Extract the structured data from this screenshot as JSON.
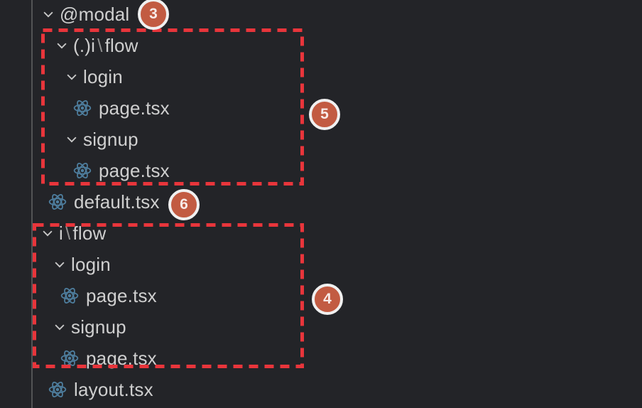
{
  "view": {
    "title": "VS Code explorer tree — Next.js app routes with parallel and intercepting routes"
  },
  "tree": {
    "rows": [
      {
        "label": "@modal",
        "kind": "folder",
        "expanded": true
      },
      {
        "parts": [
          "(.)i",
          "flow"
        ],
        "sep": "\\",
        "kind": "folder",
        "expanded": true
      },
      {
        "label": "login",
        "kind": "folder",
        "expanded": true
      },
      {
        "label": "page.tsx",
        "kind": "react-file"
      },
      {
        "label": "signup",
        "kind": "folder",
        "expanded": true
      },
      {
        "label": "page.tsx",
        "kind": "react-file"
      },
      {
        "label": "default.tsx",
        "kind": "react-file"
      },
      {
        "parts": [
          "i",
          "flow"
        ],
        "sep": "\\",
        "kind": "folder",
        "expanded": true
      },
      {
        "label": "login",
        "kind": "folder",
        "expanded": true
      },
      {
        "label": "page.tsx",
        "kind": "react-file"
      },
      {
        "label": "signup",
        "kind": "folder",
        "expanded": true
      },
      {
        "label": "page.tsx",
        "kind": "react-file"
      },
      {
        "label": "layout.tsx",
        "kind": "react-file"
      }
    ]
  },
  "badges": [
    {
      "label": "3"
    },
    {
      "label": "5"
    },
    {
      "label": "6"
    },
    {
      "label": "4"
    }
  ],
  "colors": {
    "background": "#232428",
    "text": "#cfcfcf",
    "path_separator": "#909090",
    "chevron": "#c9c9c9",
    "react_icon": "#4e7e9e",
    "highlight_dash_red": "#e8353b",
    "badge_fill": "#c25b42",
    "badge_ring": "#f0f0f0",
    "indent_guide": "#646464"
  }
}
